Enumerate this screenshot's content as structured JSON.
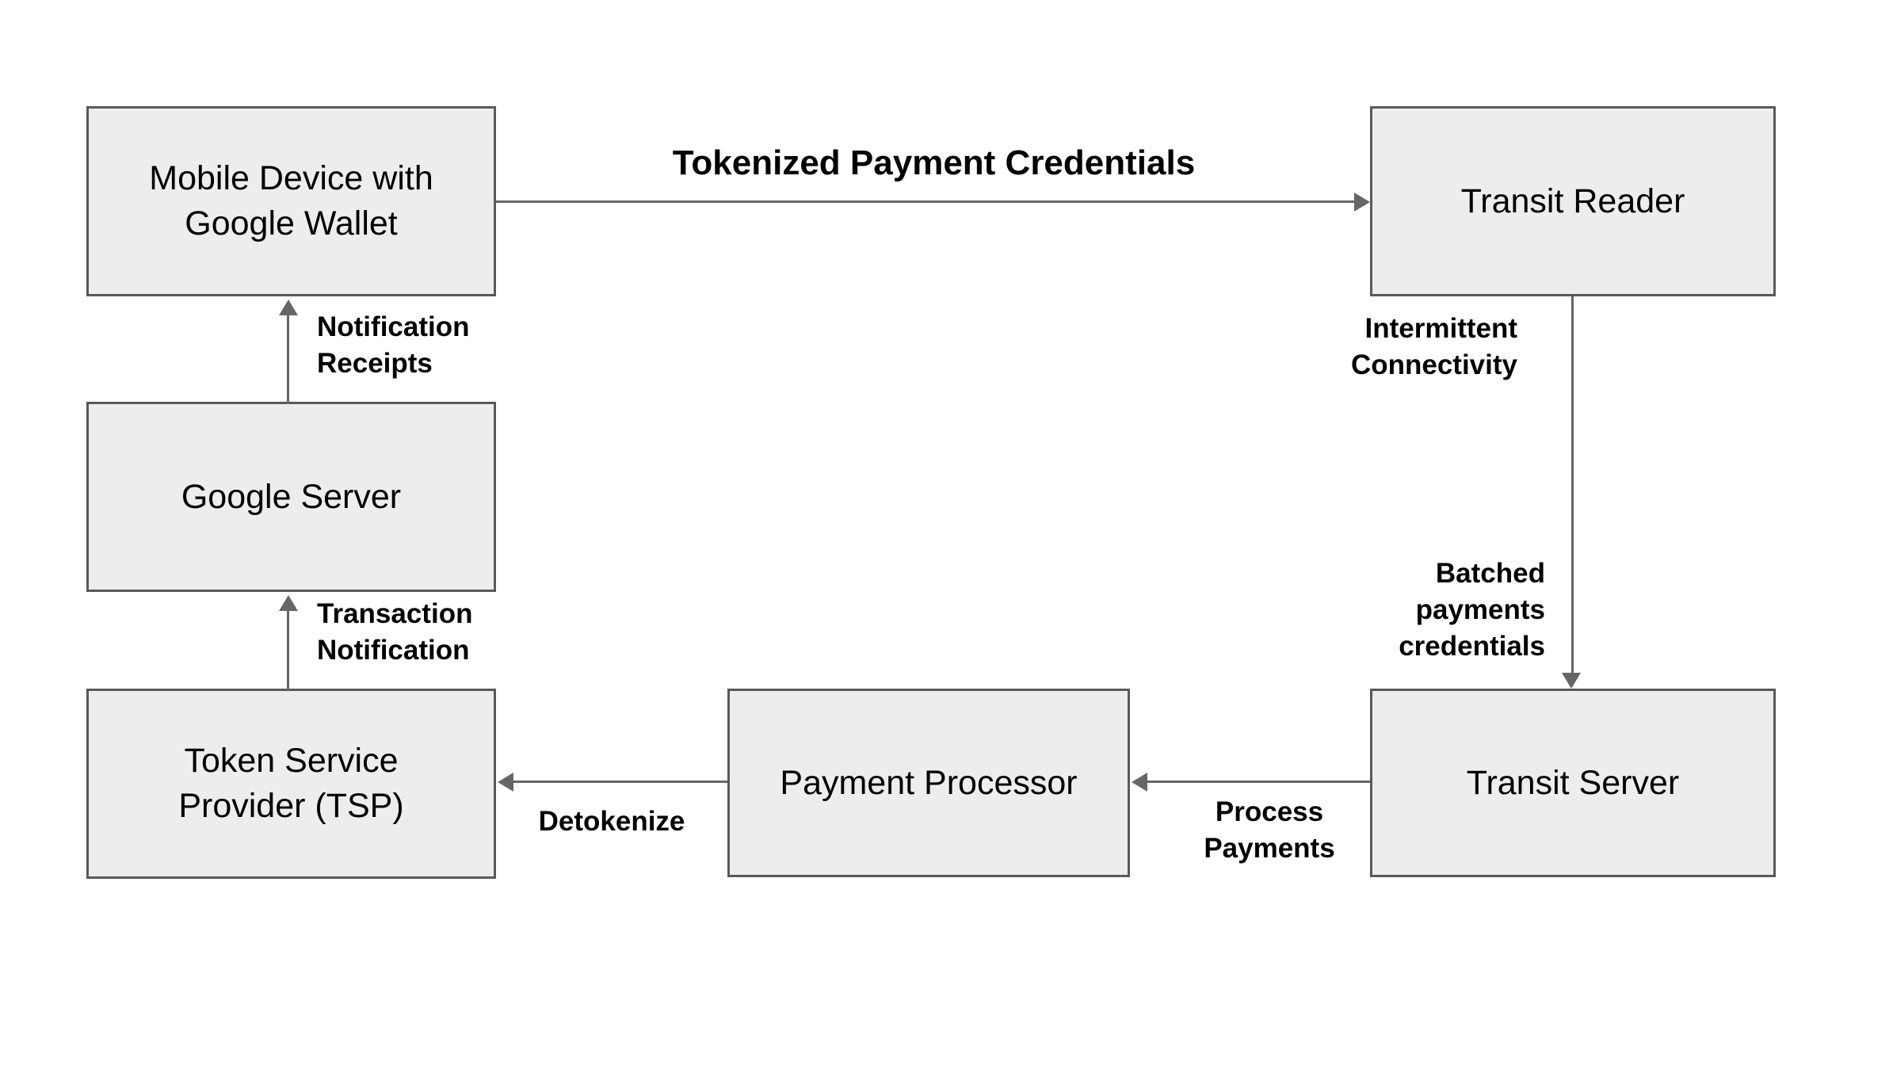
{
  "diagram": {
    "background": "#ffffff",
    "node_fill": "#ededed",
    "node_border_color": "#595959",
    "connector_color": "#666666",
    "text_color": "#000000"
  },
  "nodes": {
    "mobile_device": {
      "label": "Mobile Device with\nGoogle Wallet"
    },
    "transit_reader": {
      "label": "Transit Reader"
    },
    "google_server": {
      "label": "Google Server"
    },
    "tsp": {
      "label": "Token Service\nProvider (TSP)"
    },
    "payment_processor": {
      "label": "Payment Processor"
    },
    "transit_server": {
      "label": "Transit Server"
    }
  },
  "edges": {
    "tokenized_payment_credentials": {
      "label": "Tokenized Payment Credentials"
    },
    "notification_receipts": {
      "label": "Notification\nReceipts"
    },
    "transaction_notification": {
      "label": "Transaction\nNotification"
    },
    "intermittent_connectivity": {
      "label": "Intermittent\nConnectivity"
    },
    "batched_payments_credentials": {
      "label": "Batched\npayments\ncredentials"
    },
    "process_payments": {
      "label": "Process\nPayments"
    },
    "detokenize": {
      "label": "Detokenize"
    }
  }
}
